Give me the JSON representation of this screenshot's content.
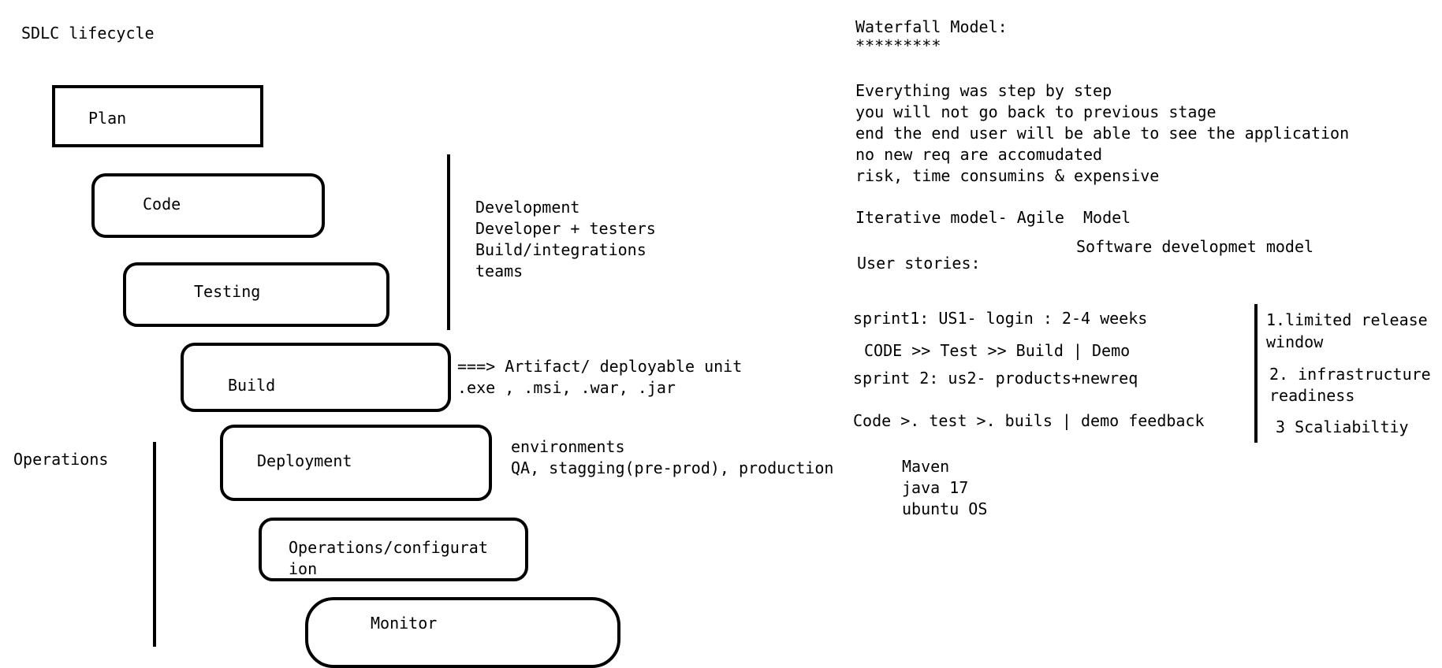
{
  "title": "SDLC lifecycle",
  "stages": {
    "plan": "Plan",
    "code": "Code",
    "testing": "Testing",
    "build": "Build",
    "deployment": "Deployment",
    "operations_config_1": "Operations/configurat",
    "operations_config_2": "ion",
    "monitor": "Monitor"
  },
  "operations_label": "Operations",
  "development_notes": [
    "Development",
    "Developer + testers",
    "Build/integrations",
    "teams"
  ],
  "artifact_notes": [
    "===> Artifact/ deployable unit",
    ".exe , .msi, .war, .jar"
  ],
  "environment_notes": [
    "environments",
    "QA, stagging(pre-prod), production"
  ],
  "tools": [
    "Maven",
    "java 17",
    "ubuntu OS"
  ],
  "waterfall": {
    "heading": "Waterfall Model:",
    "stars": "*********",
    "points": [
      "Everything was step by step",
      "you will not go back to previous stage",
      "end the end user will be able to see the application",
      "no new req are accomudated",
      "risk, time consumins & expensive"
    ]
  },
  "agile": {
    "heading": "Iterative model- Agile  Model",
    "software_model": "Software developmet model",
    "user_stories": "User stories:",
    "sprint1": "sprint1: US1- login : 2-4 weeks",
    "sprint1_flow": "CODE >> Test >> Build | Demo",
    "sprint2": "sprint 2: us2- products+newreq",
    "sprint2_flow": "Code >. test >. buils | demo feedback"
  },
  "challenges": {
    "c1_line1": "1.limited release",
    "c1_line2": "window",
    "c2_line1": "2. infrastructure",
    "c2_line2": "readiness",
    "c3": "3 Scaliabiltiy"
  }
}
